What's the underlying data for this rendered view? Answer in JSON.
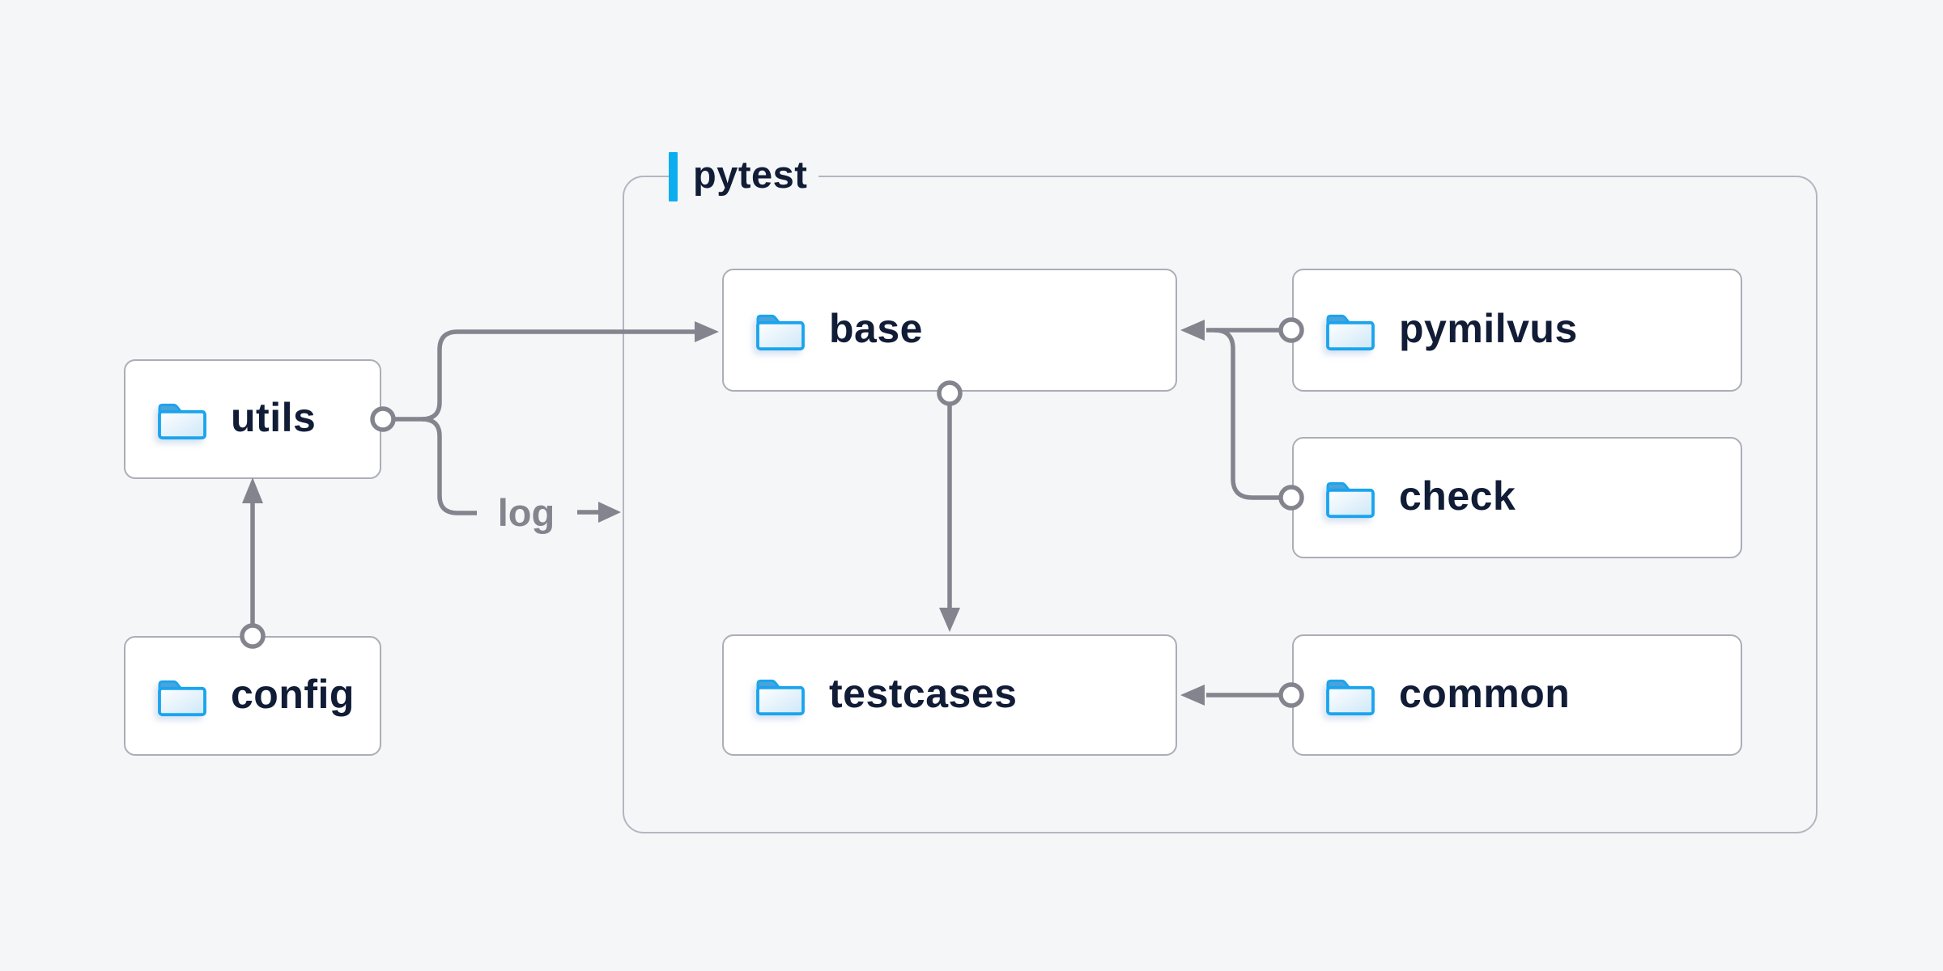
{
  "container": {
    "label": "pytest"
  },
  "nodes": {
    "utils": {
      "label": "utils"
    },
    "config": {
      "label": "config"
    },
    "base": {
      "label": "base"
    },
    "testcases": {
      "label": "testcases"
    },
    "pymilvus": {
      "label": "pymilvus"
    },
    "check": {
      "label": "check"
    },
    "common": {
      "label": "common"
    }
  },
  "edges": {
    "log_label": "log",
    "list": [
      {
        "from": "config",
        "to": "utils",
        "type": "arrow"
      },
      {
        "from": "utils",
        "to": "base",
        "type": "arrow"
      },
      {
        "from": "utils",
        "to": "pytest-group",
        "type": "arrow",
        "label": "log"
      },
      {
        "from": "pymilvus",
        "to": "base",
        "type": "arrow"
      },
      {
        "from": "check",
        "to": "base",
        "type": "arrow"
      },
      {
        "from": "base",
        "to": "testcases",
        "type": "arrow"
      },
      {
        "from": "common",
        "to": "testcases",
        "type": "arrow"
      }
    ]
  },
  "colors": {
    "background": "#f5f6f8",
    "node_fill": "#ffffff",
    "node_border": "#adadb8",
    "group_border": "#b5b5c0",
    "connector_gray": "#84848e",
    "accent_blue": "#0caeef",
    "folder_blue": "#1ba4ee",
    "folder_tab": "#4ba3d9",
    "label_dark": "#111c36",
    "label_gray": "#84848e"
  }
}
